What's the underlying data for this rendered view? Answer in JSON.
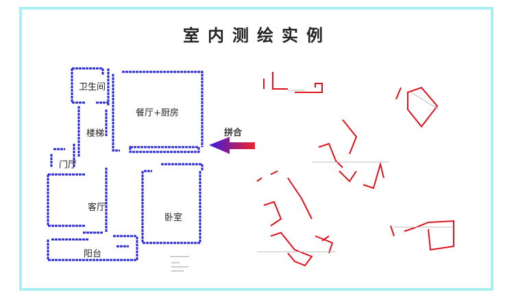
{
  "title": "室内测绘实例",
  "merge_label": "拼合",
  "rooms": {
    "bathroom": "卫生间",
    "dining_kitchen": "餐厅+厨房",
    "stairs": "楼梯",
    "entrance": "门厅",
    "living": "客厅",
    "bedroom": "卧室",
    "balcony": "阳台"
  },
  "colors": {
    "frame": "#a9eef2",
    "plan": "#2a2ae0",
    "scan": "#e0101a"
  }
}
